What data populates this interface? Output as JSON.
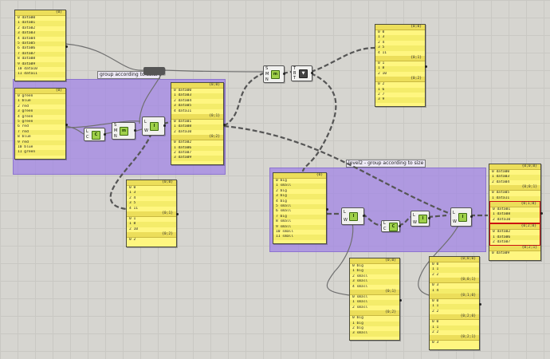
{
  "groups": {
    "color": {
      "label": "group according to color"
    },
    "size": {
      "label": "level2 - group according to size"
    }
  },
  "panels": {
    "data_list": {
      "branches": [
        {
          "path": "{0}",
          "items": [
            "0 data00",
            "1 data01",
            "2 data02",
            "3 data03",
            "4 data04",
            "5 data05",
            "6 data06",
            "7 data07",
            "8 data08",
            "9 data09",
            "10 data10",
            "11 data11"
          ]
        }
      ]
    },
    "colors": {
      "branches": [
        {
          "path": "{0}",
          "items": [
            "0 green",
            "1 blue",
            "2 red",
            "3 green",
            "4 green",
            "5 green",
            "6 red",
            "7 red",
            "8 blue",
            "9 red",
            "10 blue",
            "11 green"
          ]
        }
      ]
    },
    "grouped_color": {
      "branches": [
        {
          "path": "{0;0}",
          "items": [
            "0 data00",
            "1 data03",
            "2 data04",
            "3 data05",
            "4 data11"
          ]
        },
        {
          "path": "{0;1}",
          "items": [
            "0 data01",
            "1 data08",
            "2 data10"
          ]
        },
        {
          "path": "{0;2}",
          "items": [
            "0 data02",
            "1 data06",
            "2 data07",
            "3 data09"
          ]
        }
      ]
    },
    "idx_color": {
      "branches": [
        {
          "path": "{0;0}",
          "items": [
            "0 0",
            "1 3",
            "2 4",
            "3 5",
            "4 11"
          ]
        },
        {
          "path": "{0;1}",
          "items": [
            "0 1",
            "1 8",
            "2 10"
          ]
        },
        {
          "path": "{0;2}",
          "items": [
            "0 2"
          ]
        }
      ]
    },
    "top_right": {
      "branches": [
        {
          "path": "{0;0}",
          "items": [
            "0 0",
            "1 3",
            "2 4",
            "3 5",
            "4 11"
          ]
        },
        {
          "path": "{0;1}",
          "items": [
            "0 1",
            "1 8",
            "2 10"
          ]
        },
        {
          "path": "{0;2}",
          "items": [
            "0 2",
            "1 6",
            "2 7",
            "3 9"
          ]
        }
      ]
    },
    "sizes": {
      "branches": [
        {
          "path": "{0}",
          "items": [
            "0 big",
            "1 small",
            "2 big",
            "3 big",
            "4 big",
            "5 small",
            "6 small",
            "7 big",
            "8 small",
            "9 small",
            "10 small",
            "11 small"
          ]
        }
      ]
    },
    "grouped_size": {
      "branches": [
        {
          "path": "{0;0}",
          "items": [
            "0 big",
            "1 big",
            "2 small",
            "3 small",
            "4 small"
          ]
        },
        {
          "path": "{0;1}",
          "items": [
            "0 small",
            "1 small",
            "2 small"
          ]
        },
        {
          "path": "{0;2}",
          "items": [
            "0 big",
            "1 big",
            "2 big",
            "3 small"
          ]
        }
      ]
    },
    "idx_size": {
      "branches": [
        {
          "path": "{0;0;0}",
          "items": [
            "0 0",
            "1 1",
            "2 2"
          ]
        },
        {
          "path": "{0;0;1}",
          "items": [
            "0 3",
            "1 4"
          ]
        },
        {
          "path": "{0;1;0}",
          "items": [
            "0 0",
            "1 1",
            "2 2"
          ]
        },
        {
          "path": "{0;2;0}",
          "items": [
            "0 0",
            "1 1",
            "2 2"
          ]
        },
        {
          "path": "{0;2;1}",
          "items": [
            "0 3"
          ]
        }
      ]
    },
    "result": {
      "branches": [
        {
          "path": "{0;0;0}",
          "items": [
            "0 data00",
            "1 data03",
            "2 data04"
          ]
        },
        {
          "path": "{0;0;1}",
          "items": [
            "0 data05",
            "1 data11"
          ]
        },
        {
          "path": "{0;1;0}",
          "items": [
            "0 data01",
            "1 data08",
            "2 data10"
          ],
          "highlight": true
        },
        {
          "path": "{0;2;0}",
          "items": [
            "0 data02",
            "1 data06",
            "2 data07"
          ],
          "highlight": true
        },
        {
          "path": "{0;2;1}",
          "items": [
            "0 data09"
          ]
        }
      ]
    }
  },
  "components": {
    "smn1": {
      "ports": [
        "S",
        "M",
        "N"
      ],
      "icon": "m"
    },
    "smn2": {
      "ports": [
        "S",
        "M",
        "N"
      ],
      "icon": "m"
    },
    "lw1": {
      "ports": [
        "L",
        "W"
      ],
      "icon": "I"
    },
    "lw2": {
      "ports": [
        "L",
        "W"
      ],
      "icon": "I"
    },
    "lw3": {
      "ports": [
        "L",
        "W"
      ],
      "icon": "I"
    },
    "lw4": {
      "ports": [
        "L",
        "W"
      ],
      "icon": "I"
    },
    "lc1": {
      "ports": [
        "L",
        "C"
      ],
      "icon": "C"
    },
    "lc2": {
      "ports": [
        "L",
        "C"
      ],
      "icon": "C"
    },
    "tbt": {
      "ports": [
        "T",
        "B",
        "T"
      ],
      "icon": "▼"
    }
  },
  "colors": {
    "panel": "#fff680",
    "group": "#a082e6",
    "wire": "#777777",
    "highlight": "#cc1111"
  }
}
